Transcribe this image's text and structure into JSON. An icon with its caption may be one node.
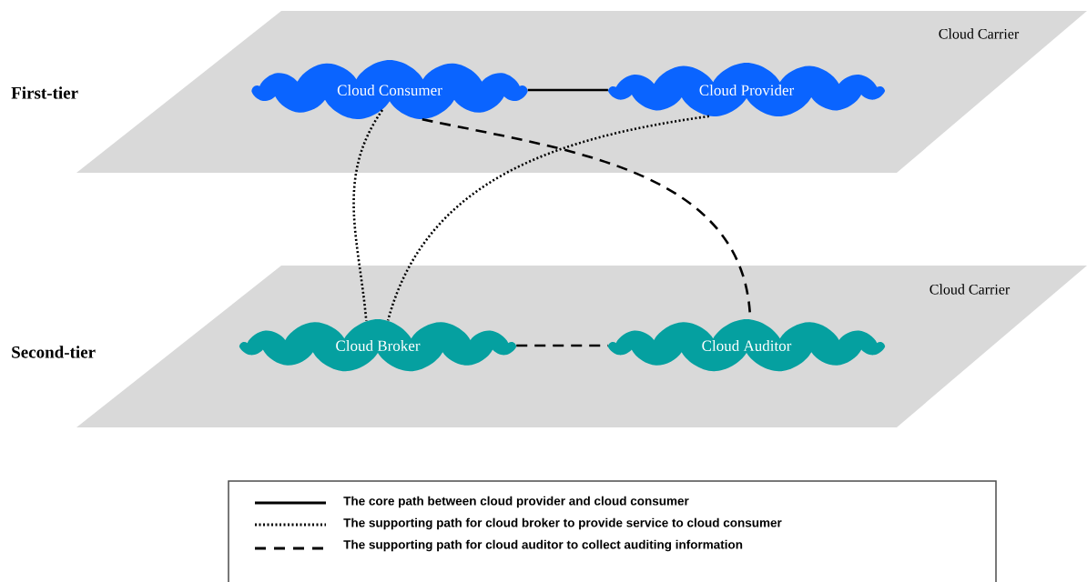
{
  "diagram": {
    "nodes": [
      {
        "text": [
          "Cloud Carrier"
        ]
      },
      {
        "text": [
          "Cloud Consumer"
        ],
        "in": 0
      },
      {
        "text": [
          "Cloud Provider"
        ],
        "in": 0
      },
      {
        "text": [
          "Cloud Carrier"
        ]
      },
      {
        "text": [
          "Cloud Broker"
        ],
        "in": 3
      },
      {
        "text": [
          "Cloud Auditor"
        ],
        "in": 3
      }
    ],
    "edges": [
      {
        "from": 1,
        "to": 2,
        "arrow": "none"
      },
      {
        "from": 1,
        "to": 4,
        "arrow": "none",
        "style": "dashed"
      },
      {
        "from": 2,
        "to": 4,
        "arrow": "none",
        "style": "dashed"
      },
      {
        "from": 1,
        "to": 5,
        "arrow": "none",
        "style": "dashed"
      },
      {
        "from": 4,
        "to": 5,
        "arrow": "none",
        "style": "dashed"
      }
    ],
    "labels": [
      "First-tier",
      "Second-tier"
    ],
    "legend": [
      {
        "text": "The core path between cloud provider and cloud consumer"
      },
      {
        "text": "The supporting path for cloud broker to provide service to cloud consumer"
      },
      {
        "text": "The supporting path for cloud auditor to collect auditing information"
      }
    ]
  }
}
